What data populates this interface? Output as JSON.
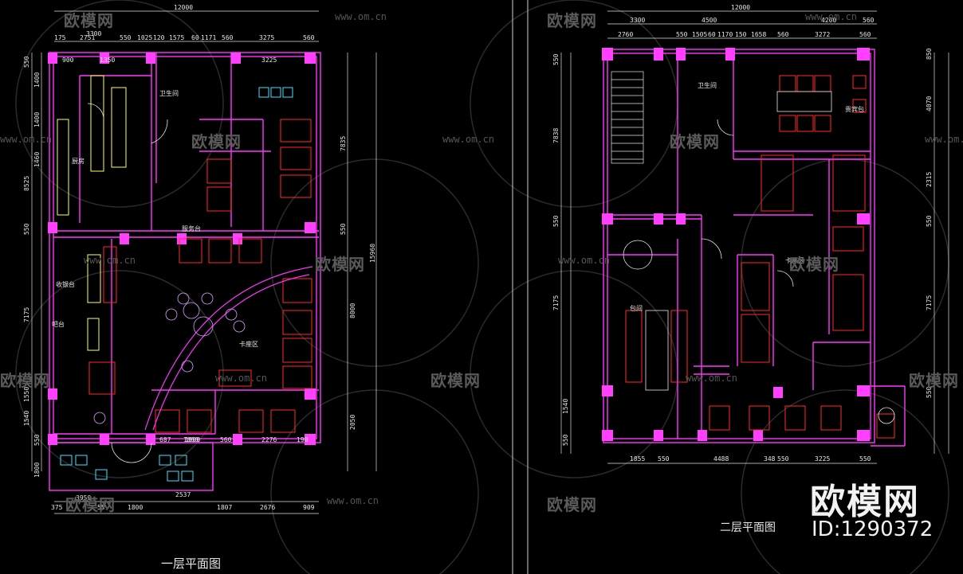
{
  "plans": {
    "floor1_title": "一层平面图",
    "floor2_title": "二层平面图"
  },
  "watermark": {
    "brand": "欧模网",
    "url": "www.om.cn"
  },
  "logo": {
    "name": "欧模网",
    "id": "ID:1290372"
  },
  "floor1": {
    "overall_width": "12000",
    "overall_height": "15960",
    "top_dims": [
      "175",
      "2751",
      "550",
      "1025",
      "120",
      "1575",
      "60",
      "1171",
      "560",
      "3275",
      "560"
    ],
    "top_dims2": [
      "3300",
      "900",
      "1350",
      "3225"
    ],
    "bottom_dims": [
      "375",
      "3950",
      "55",
      "1800",
      "2537",
      "1807",
      "2676",
      "909"
    ],
    "bottom_dims2": [
      "1860",
      "687",
      "1800",
      "560",
      "2276",
      "190"
    ],
    "left_dims": [
      "550",
      "1400",
      "1400",
      "1460",
      "8525",
      "550",
      "7175",
      "1550",
      "1540",
      "550",
      "1800"
    ],
    "right_dims": [
      "7835",
      "550",
      "8000",
      "2050"
    ],
    "rooms": [
      "厨房",
      "卫生间",
      "收银台",
      "吧台",
      "卡座区",
      "服务台"
    ]
  },
  "floor2": {
    "overall_width": "12000",
    "top_dims": [
      "3300",
      "4500",
      "4200",
      "560"
    ],
    "top_dims2": [
      "2760",
      "550",
      "1505",
      "60",
      "1170",
      "150",
      "1658",
      "560",
      "3272",
      "560"
    ],
    "bottom_dims": [
      "1855",
      "550",
      "4488",
      "348",
      "550",
      "3225",
      "550"
    ],
    "left_dims": [
      "550",
      "7838",
      "550",
      "7175",
      "1540",
      "550"
    ],
    "right_dims": [
      "850",
      "4070",
      "2315",
      "550",
      "7175",
      "550"
    ],
    "rooms": [
      "贵宾包",
      "包间",
      "卡座区",
      "卫生间"
    ]
  }
}
